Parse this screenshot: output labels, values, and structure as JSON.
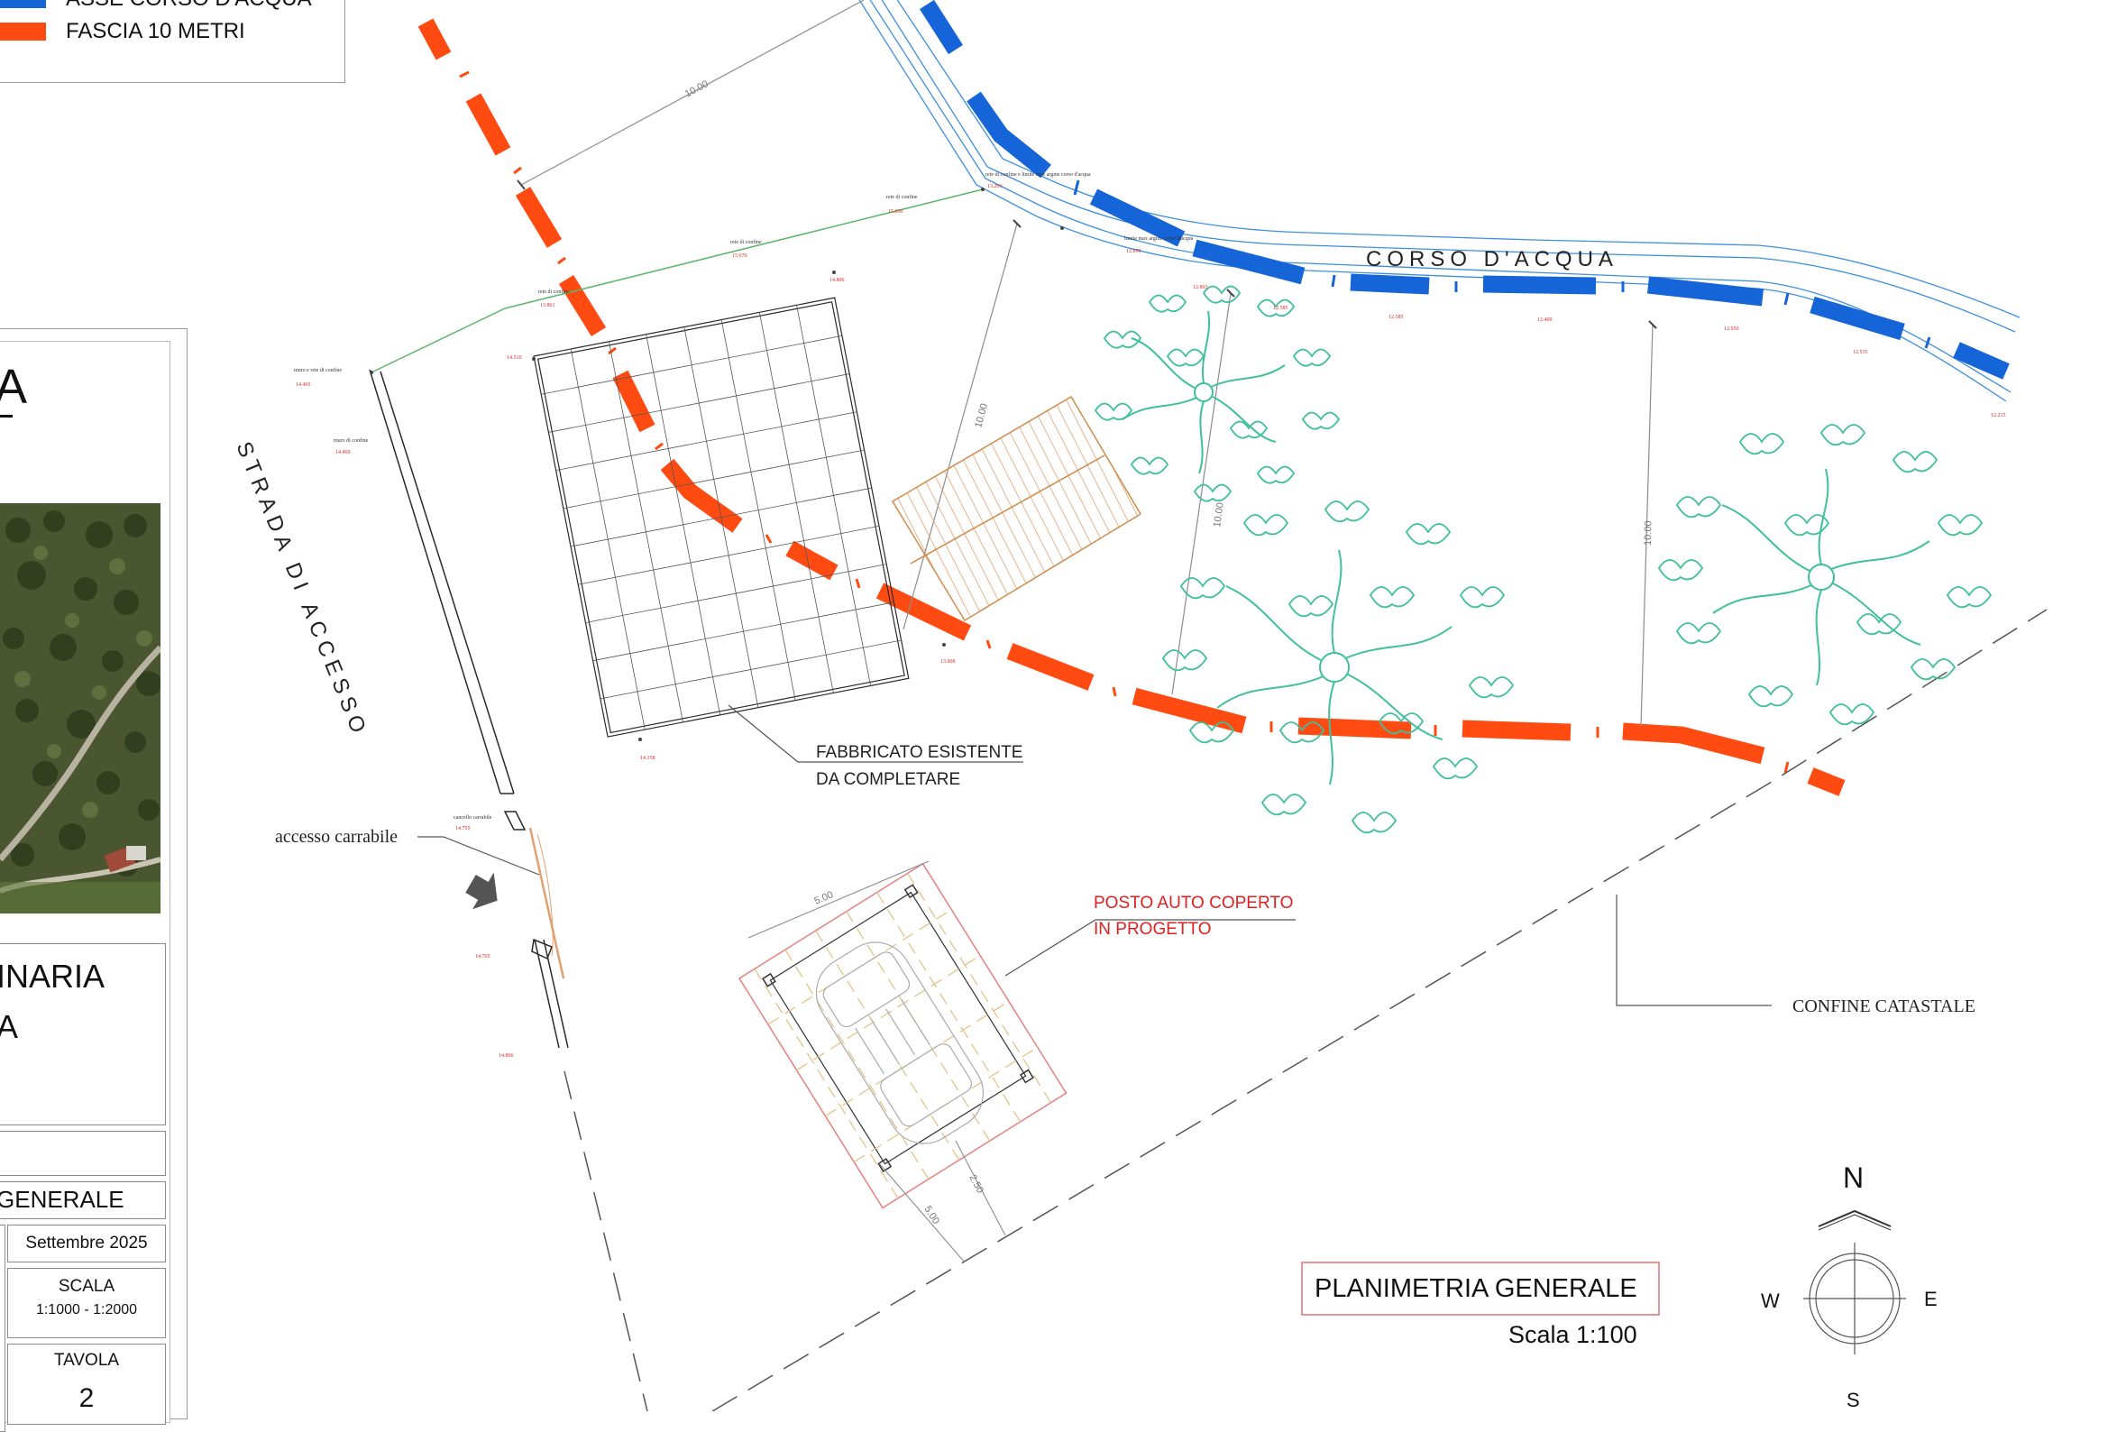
{
  "legend": {
    "items": [
      {
        "label": "ASSE CORSO D'ACQUA",
        "color": "#1565d8"
      },
      {
        "label": "FASCIA 10 METRI",
        "color": "#ff4a12"
      }
    ]
  },
  "labels": {
    "corso_acqua": "CORSO D'ACQUA",
    "strada": "STRADA DI ACCESSO",
    "fabbricato_1": "FABBRICATO ESISTENTE",
    "fabbricato_2": "DA COMPLETARE",
    "accesso": "accesso carrabile",
    "posto_1": "POSTO AUTO COPERTO",
    "posto_2": "IN PROGETTO",
    "confine": "CONFINE CATASTALE"
  },
  "plan_title": {
    "title": "PLANIMETRIA GENERALE",
    "scale": "Scala 1:100"
  },
  "compass": {
    "n": "N",
    "s": "S",
    "e": "E",
    "w": "W"
  },
  "title_block": {
    "letter": "A",
    "project_1": "INARIA",
    "project_2": "A",
    "subject": "GENERALE",
    "date": "Settembre 2025",
    "scala_label": "SCALA",
    "scala_value": "1:1000 - 1:2000",
    "tavola_label": "TAVOLA",
    "tavola_value": "2"
  },
  "dimensions": {
    "d1": "10.00",
    "d2": "10.00",
    "d3": "10.00",
    "d4": "10.00",
    "d5": "5.00",
    "d6": "2.50",
    "d7": "5.00"
  },
  "survey_points": {
    "p1": "muro e rete di confine",
    "p2": "muro di confine",
    "p3": "rete di confine",
    "p4": "rete di confine",
    "p5": "rete di confine",
    "p6": "rete di confine e limite max argine corso d'acqua",
    "p7": "limite max argine corso d'acqua",
    "p8": "cancello carrabile",
    "e1": "14.495",
    "e2": "14.469",
    "e3": "13.861",
    "e4": "14.510",
    "e5": "15.670",
    "e6": "15.030",
    "e7": "14.806",
    "e8": "13.808",
    "e9": "14.158",
    "e10": "14.755",
    "e11": "14.765",
    "e12": "14.866",
    "e13": "13.203",
    "e14": "12.850",
    "e15": "12.865",
    "e16": "12.585",
    "e17": "12.585",
    "e18": "12.400",
    "e19": "12.650",
    "e20": "12.535",
    "e21": "12.215"
  }
}
